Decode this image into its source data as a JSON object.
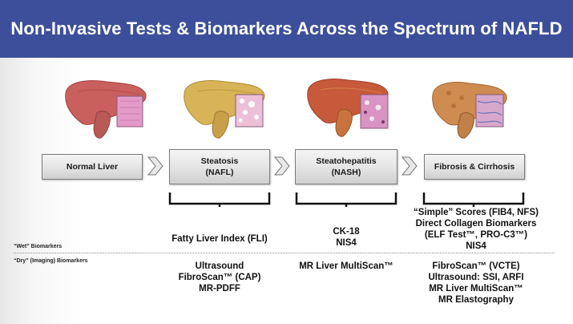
{
  "header": {
    "title": "Non-Invasive Tests & Biomarkers Across the Spectrum of NAFLD",
    "background_color": "#3d4f9a"
  },
  "stages": [
    {
      "line1": "Normal Liver",
      "line2": ""
    },
    {
      "line1": "Steatosis",
      "line2": "(NAFL)"
    },
    {
      "line1": "Steatohepatitis",
      "line2": "(NASH)"
    },
    {
      "line1": "Fibrosis & Cirrhosis",
      "line2": ""
    }
  ],
  "liver_images": [
    {
      "name": "normal liver",
      "color": "#c9605e"
    },
    {
      "name": "fatty liver",
      "color": "#d8b357"
    },
    {
      "name": "inflamed liver",
      "color": "#c75a3a"
    },
    {
      "name": "fibrotic liver",
      "color": "#cf8c50"
    }
  ],
  "rows": {
    "wet_label": "“Wet” Biomarkers",
    "dry_label": "“Dry” (Imaging) Biomarkers"
  },
  "wet": {
    "steatosis": [
      "Fatty Liver Index (FLI)"
    ],
    "nash": [
      "CK-18",
      "NIS4"
    ],
    "fibrosis": [
      "“Simple” Scores (FIB4, NFS)",
      "Direct Collagen Biomarkers",
      "(ELF Test™, PRO-C3™)",
      "NIS4"
    ]
  },
  "dry": {
    "steatosis": [
      "Ultrasound",
      "FibroScan™ (CAP)",
      "MR-PDFF"
    ],
    "nash": [
      "MR Liver MultiScan™"
    ],
    "fibrosis": [
      "FibroScan™ (VCTE)",
      "Ultrasound: SSI, ARFI",
      "MR Liver MultiScan™",
      "MR Elastography"
    ]
  }
}
